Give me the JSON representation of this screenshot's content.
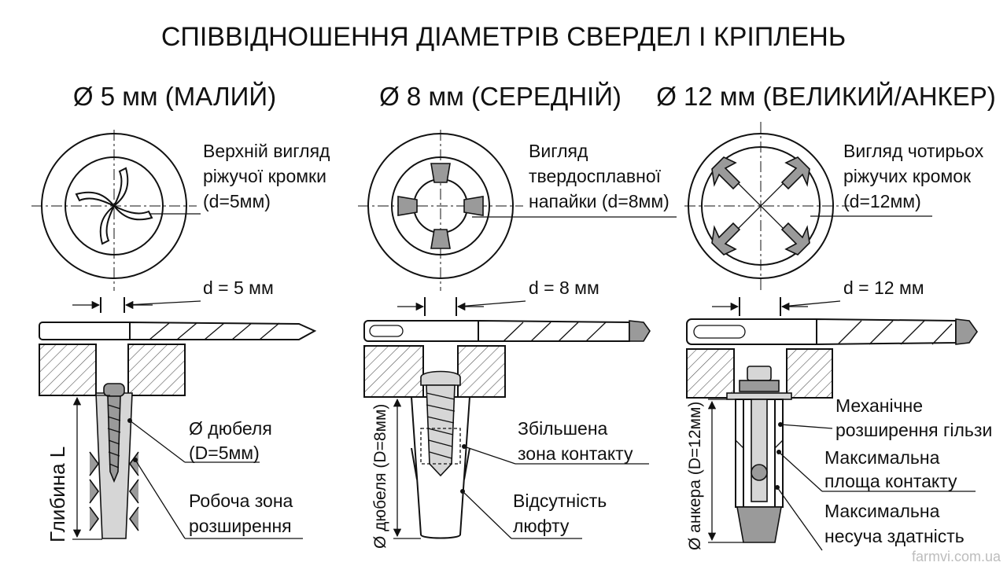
{
  "title": "СПІВВІДНОШЕННЯ ДІАМЕТРІВ СВЕРДЕЛ І КРІПЛЕНЬ",
  "columns": [
    {
      "heading": "Ø 5 мм (МАЛИЙ)",
      "top_view_label": [
        "Верхній вигляд",
        "ріжучої кромки",
        "(d=5мм)"
      ],
      "drill_label": "d = 5 мм",
      "depth_label": "Глибина L",
      "callouts": [
        [
          "Ø дюбеля",
          "(D=5мм)"
        ],
        [
          "Робоча зона",
          "розширення"
        ]
      ]
    },
    {
      "heading": "Ø 8 мм (СЕРЕДНІЙ)",
      "top_view_label": [
        "Вигляд",
        "твердосплавної",
        "напайки (d=8мм)"
      ],
      "drill_label": "d = 8 мм",
      "depth_label": "Ø дюбеля (D=8мм)",
      "callouts": [
        [
          "Збільшена",
          "зона контакту"
        ],
        [
          "Відсутність",
          "люфту"
        ]
      ]
    },
    {
      "heading": "Ø 12 мм (ВЕЛИКИЙ/АНКЕР)",
      "top_view_label": [
        "Вигляд чотирьох",
        "ріжучих кромок",
        "(d=12мм)"
      ],
      "drill_label": "d = 12 мм",
      "depth_label": "Ø анкера (D=12мм)",
      "callouts": [
        [
          "Механічне",
          "розширення гільзи"
        ],
        [
          "Максимальна",
          "площа контакту"
        ],
        [
          "Максимальна",
          "несуча здатність"
        ]
      ]
    }
  ],
  "watermark": "farmvi.com.ua"
}
